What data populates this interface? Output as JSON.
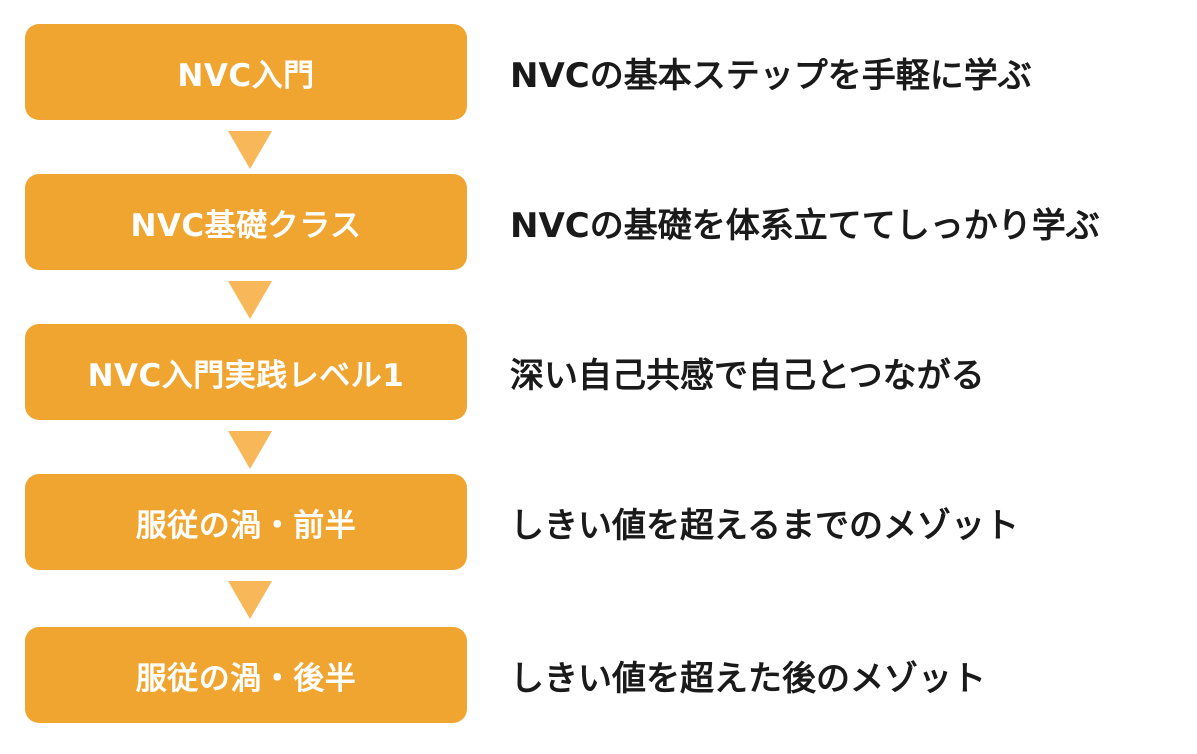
{
  "steps": [
    {
      "title": "NVC入門",
      "description": "NVCの基本ステップを手軽に学ぶ"
    },
    {
      "title": "NVC基礎クラス",
      "description": "NVCの基礎を体系立ててしっかり学ぶ"
    },
    {
      "title": "NVC入門実践レベル1",
      "description": "深い自己共感で自己とつながる"
    },
    {
      "title": "服従の渦・前半",
      "description": "しきい値を超えるまでのメゾット"
    },
    {
      "title": "服従の渦・後半",
      "description": "しきい値を超えた後のメゾット"
    }
  ],
  "colors": {
    "box": "#f0a530",
    "arrow": "#f8b85a",
    "box_text": "#ffffff",
    "description_text": "#1a1a1a"
  }
}
